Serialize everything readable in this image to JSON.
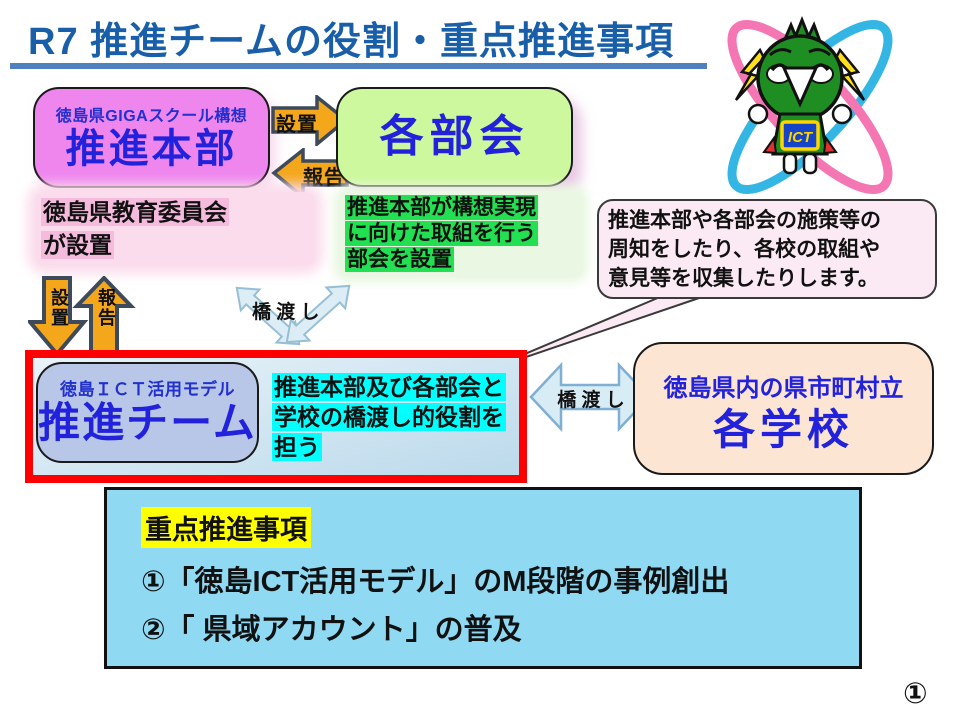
{
  "colors": {
    "title_blue": "#185EA9",
    "underline_blue": "#4E81BD",
    "box_text_blue": "#2222DC",
    "arrow_orange": "#F4A71B",
    "red_frame": "#FE0000",
    "cyan_highlight": "#00FFFF",
    "green_highlight": "#23DF52",
    "pink_highlight": "#F5BBDC",
    "yellow_highlight": "#FFFF00",
    "orbit_pink": "#F477B4",
    "orbit_cyan": "#34B6E4"
  },
  "header": {
    "title": "R7 推進チームの役割・重点推進事項",
    "page_number": "①"
  },
  "honbu": {
    "tag": "徳島県GIGAスクール構想",
    "name": "推進本部",
    "note_line1": "徳島県教育委員会",
    "note_line2": "が設置"
  },
  "bukai": {
    "name": "各部会",
    "note_line1": "推進本部が構想実現",
    "note_line2": "に向けた取組を行う",
    "note_line3": "部会を設置"
  },
  "arrows": {
    "establish": "設置",
    "report": "報告",
    "establish_vertical": "設置",
    "report_vertical": "報告",
    "bridge_mid": "橋 渡 し",
    "bridge_right": "橋 渡 し"
  },
  "callout": {
    "line1": "推進本部や各部会の施策等の",
    "line2": "周知をしたり、各校の取組や",
    "line3": "意見等を収集したりします。"
  },
  "team": {
    "tag": "徳島ＩＣＴ活用モデル",
    "name": "推進チーム",
    "note_line1": "推進本部及び各部会と",
    "note_line2": "学校の橋渡し的役割を",
    "note_line3": "担う"
  },
  "schools": {
    "tag": "徳島県内の県市町村立",
    "name": "各学校"
  },
  "priority": {
    "heading": "重点推進事項",
    "item1": "①「徳島ICT活用モデル」のM段階の事例創出",
    "item2": "②「 県域アカウント」の普及"
  },
  "mascot": {
    "badge": "ICT"
  }
}
